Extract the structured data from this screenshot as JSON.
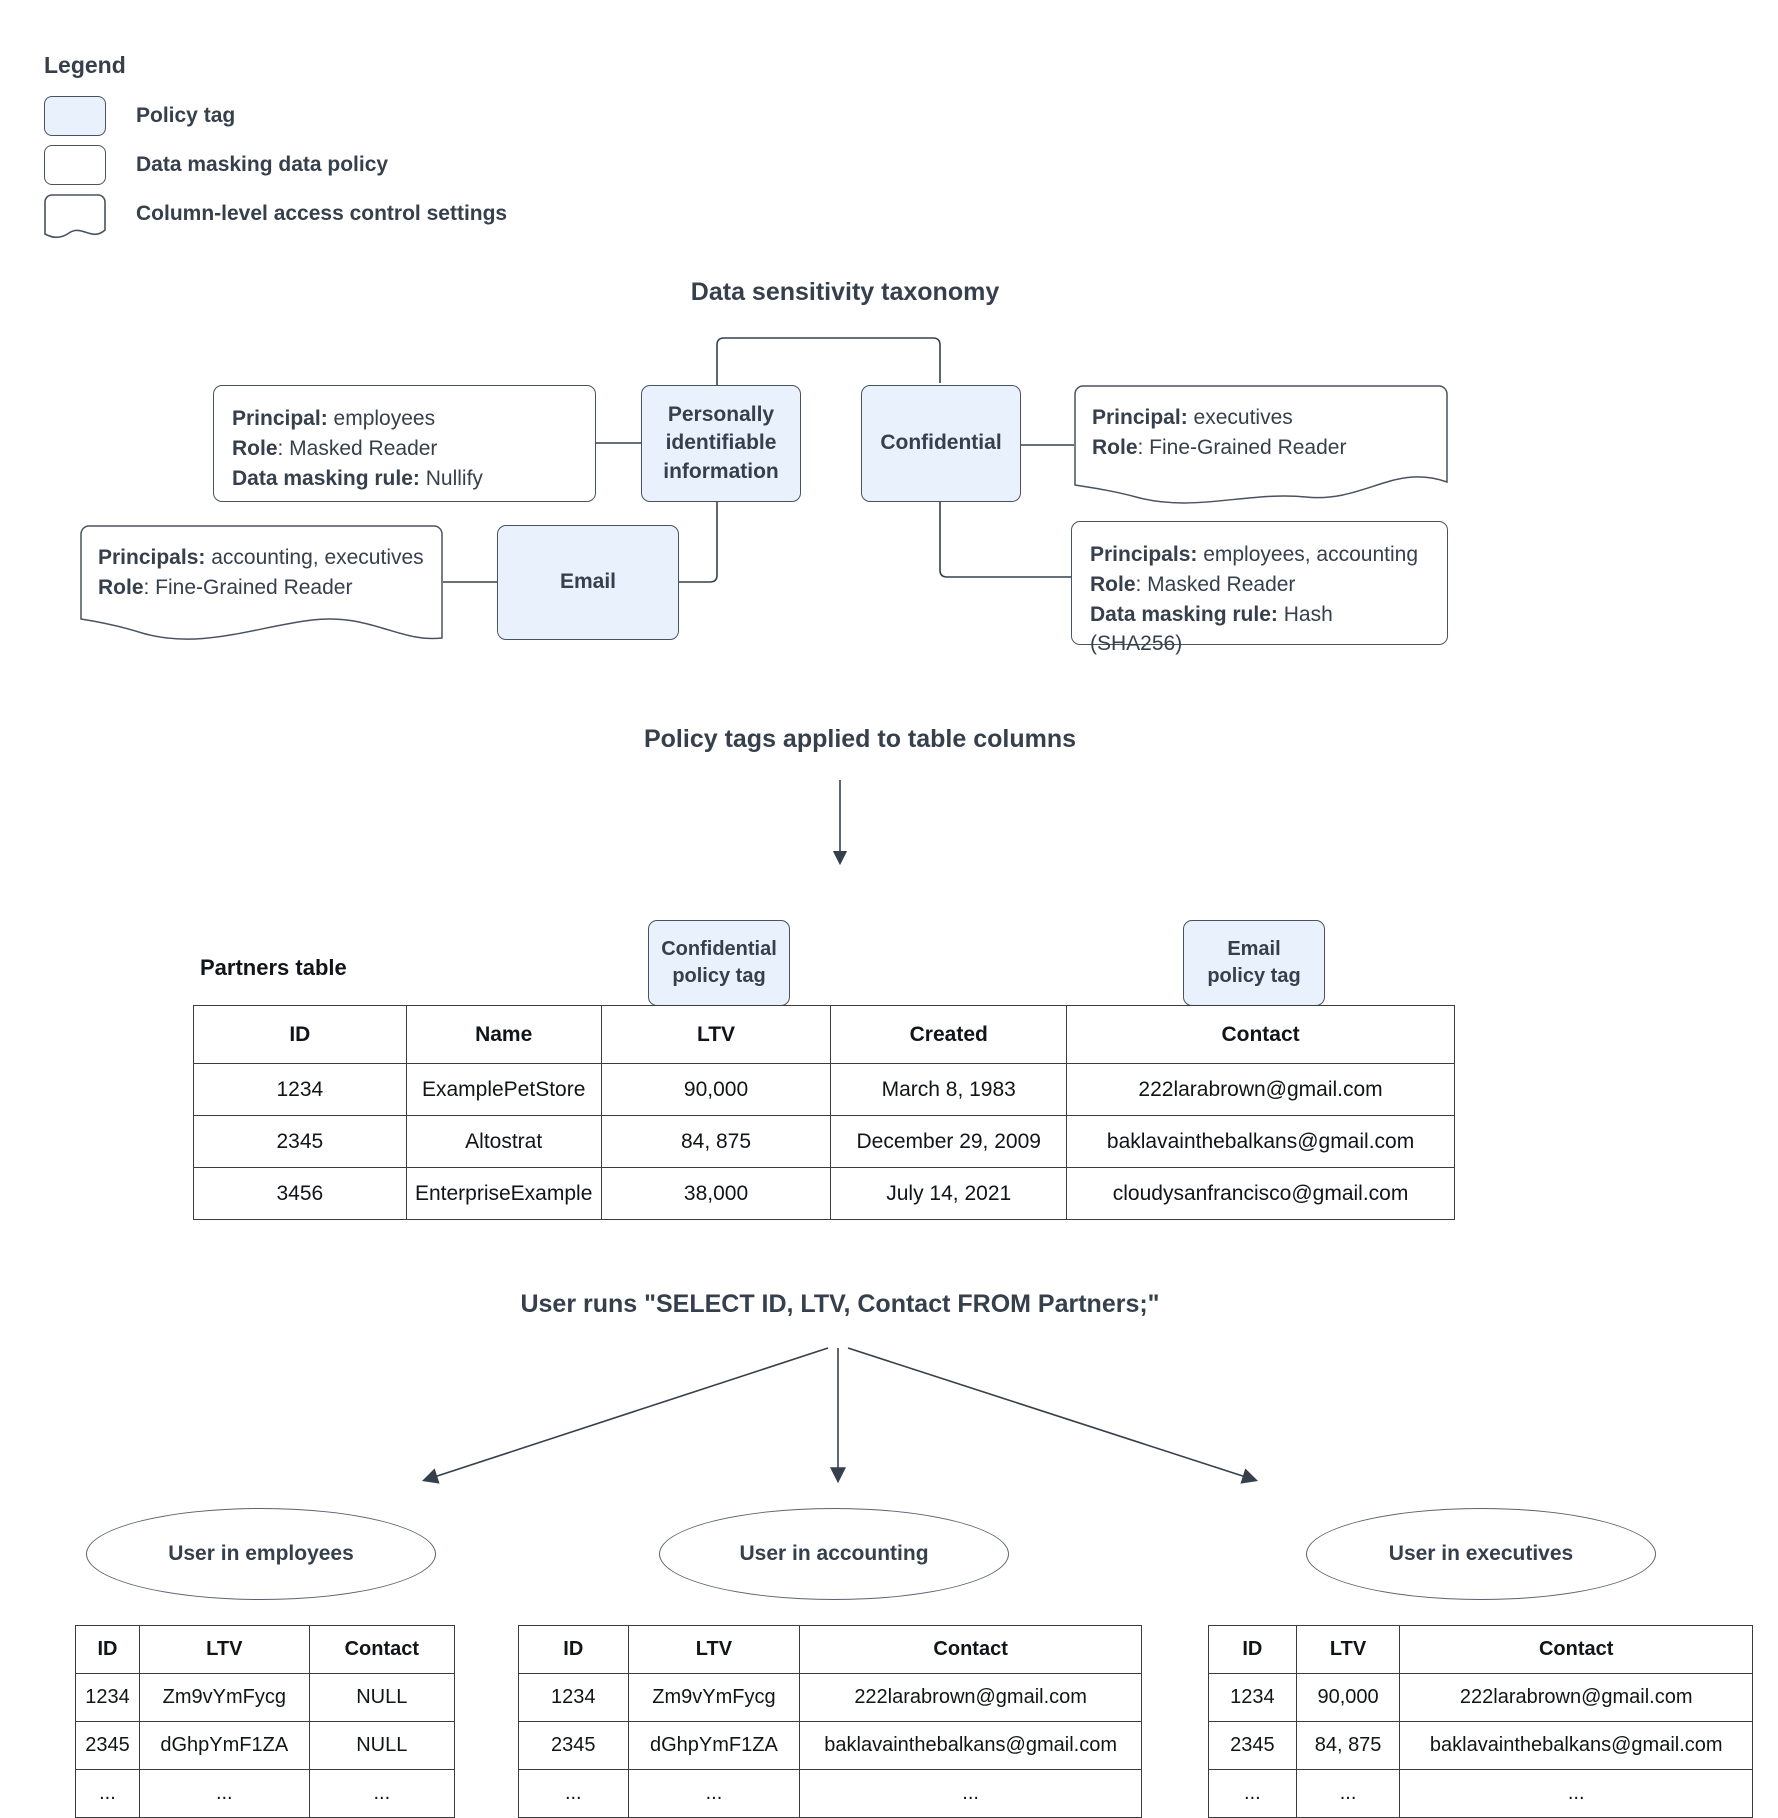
{
  "legend": {
    "title": "Legend",
    "items": [
      {
        "label": "Policy tag",
        "swatch": "policy-tag-swatch"
      },
      {
        "label": "Data masking data policy",
        "swatch": "data-masking-swatch"
      },
      {
        "label": "Column-level access control settings",
        "swatch": "column-access-swatch"
      }
    ]
  },
  "colors": {
    "policy_tag_fill": "#e9f1fd",
    "border": "#49525f",
    "text": "#36404c",
    "table_border": "#3c3c3c"
  },
  "taxonomy": {
    "heading": "Data sensitivity taxonomy",
    "tags": {
      "pii": "Personally identifiable information",
      "confidential": "Confidential",
      "email": "Email"
    },
    "pii_masking_policy": {
      "principal_label": "Principal:",
      "principal_value": " employees",
      "role_label": "Role",
      "role_value": ": Masked Reader",
      "rule_label": "Data masking rule:",
      "rule_value": " Nullify"
    },
    "email_access_policy": {
      "principals_label": "Principals:",
      "principals_value": " accounting, executives",
      "role_label": "Role",
      "role_value": ": Fine-Grained Reader"
    },
    "confidential_access_policy": {
      "principal_label": "Principal:",
      "principal_value": " executives",
      "role_label": "Role",
      "role_value": ": Fine-Grained Reader"
    },
    "confidential_masking_policy": {
      "principals_label": "Principals:",
      "principals_value": " employees, accounting",
      "role_label": "Role",
      "role_value": ": Masked Reader",
      "rule_label": "Data masking rule:",
      "rule_value": " Hash (SHA256)"
    }
  },
  "applied": {
    "heading": "Policy tags applied to table columns",
    "table_caption": "Partners table",
    "tag_confidential": "Confidential\npolicy tag",
    "tag_confidential_l1": "Confidential",
    "tag_confidential_l2": "policy tag",
    "tag_email_l1": "Email",
    "tag_email_l2": "policy tag",
    "columns": [
      "ID",
      "Name",
      "LTV",
      "Created",
      "Contact"
    ],
    "rows": [
      [
        "1234",
        "ExamplePetStore",
        "90,000",
        "March 8, 1983",
        "222larabrown@gmail.com"
      ],
      [
        "2345",
        "Altostrat",
        "84, 875",
        "December 29, 2009",
        "baklavainthebalkans@gmail.com"
      ],
      [
        "3456",
        "EnterpriseExample",
        "38,000",
        "July 14, 2021",
        "cloudysanfrancisco@gmail.com"
      ]
    ]
  },
  "query": {
    "heading": "User runs \"SELECT ID, LTV, Contact FROM Partners;\""
  },
  "results": [
    {
      "actor": "User in employees",
      "columns": [
        "ID",
        "LTV",
        "Contact"
      ],
      "rows": [
        [
          "1234",
          "Zm9vYmFycg",
          "NULL"
        ],
        [
          "2345",
          "dGhpYmF1ZA",
          "NULL"
        ],
        [
          "...",
          "...",
          "..."
        ]
      ]
    },
    {
      "actor": "User in accounting",
      "columns": [
        "ID",
        "LTV",
        "Contact"
      ],
      "rows": [
        [
          "1234",
          "Zm9vYmFycg",
          "222larabrown@gmail.com"
        ],
        [
          "2345",
          "dGhpYmF1ZA",
          "baklavainthebalkans@gmail.com"
        ],
        [
          "...",
          "...",
          "..."
        ]
      ]
    },
    {
      "actor": "User in executives",
      "columns": [
        "ID",
        "LTV",
        "Contact"
      ],
      "rows": [
        [
          "1234",
          "90,000",
          "222larabrown@gmail.com"
        ],
        [
          "2345",
          "84, 875",
          "baklavainthebalkans@gmail.com"
        ],
        [
          "...",
          "...",
          "..."
        ]
      ]
    }
  ]
}
